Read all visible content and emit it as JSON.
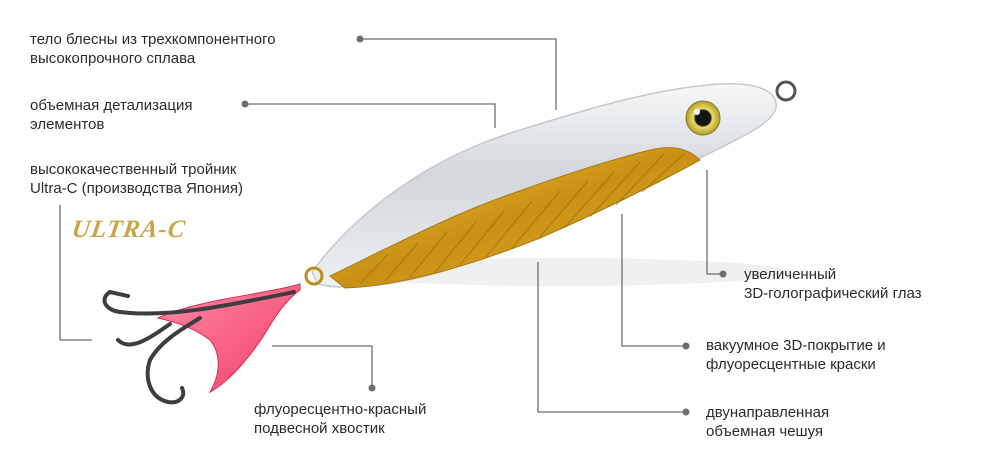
{
  "callouts": [
    {
      "id": "body",
      "lines": [
        "тело блесны из трехкомпонентного",
        "высокопрочного сплава"
      ]
    },
    {
      "id": "detail",
      "lines": [
        "объемная детализация",
        "элементов"
      ]
    },
    {
      "id": "hook",
      "lines": [
        "высококачественный тройник",
        "Ultra-C (производства Япония)"
      ]
    },
    {
      "id": "tail",
      "lines": [
        "флуоресцентно-красный",
        "подвесной хвостик"
      ]
    },
    {
      "id": "eye",
      "lines": [
        "увеличенный",
        "3D-голографический глаз"
      ]
    },
    {
      "id": "coating",
      "lines": [
        "вакуумное 3D-покрытие и",
        "флуоресцентные краски"
      ]
    },
    {
      "id": "scales",
      "lines": [
        "двунаправленная",
        "объемная чешуя"
      ]
    }
  ],
  "brand_logo": {
    "text": "ULTRA-C",
    "color": "#c9a545"
  },
  "colors": {
    "leader_line": "#6e6e6e",
    "lure_silver": "#dfe3e6",
    "lure_gold": "#d6a51f",
    "tail_pink": "#ff5f84",
    "hook_metal": "#4a4a4a",
    "eye_gold": "#d8c84a"
  }
}
